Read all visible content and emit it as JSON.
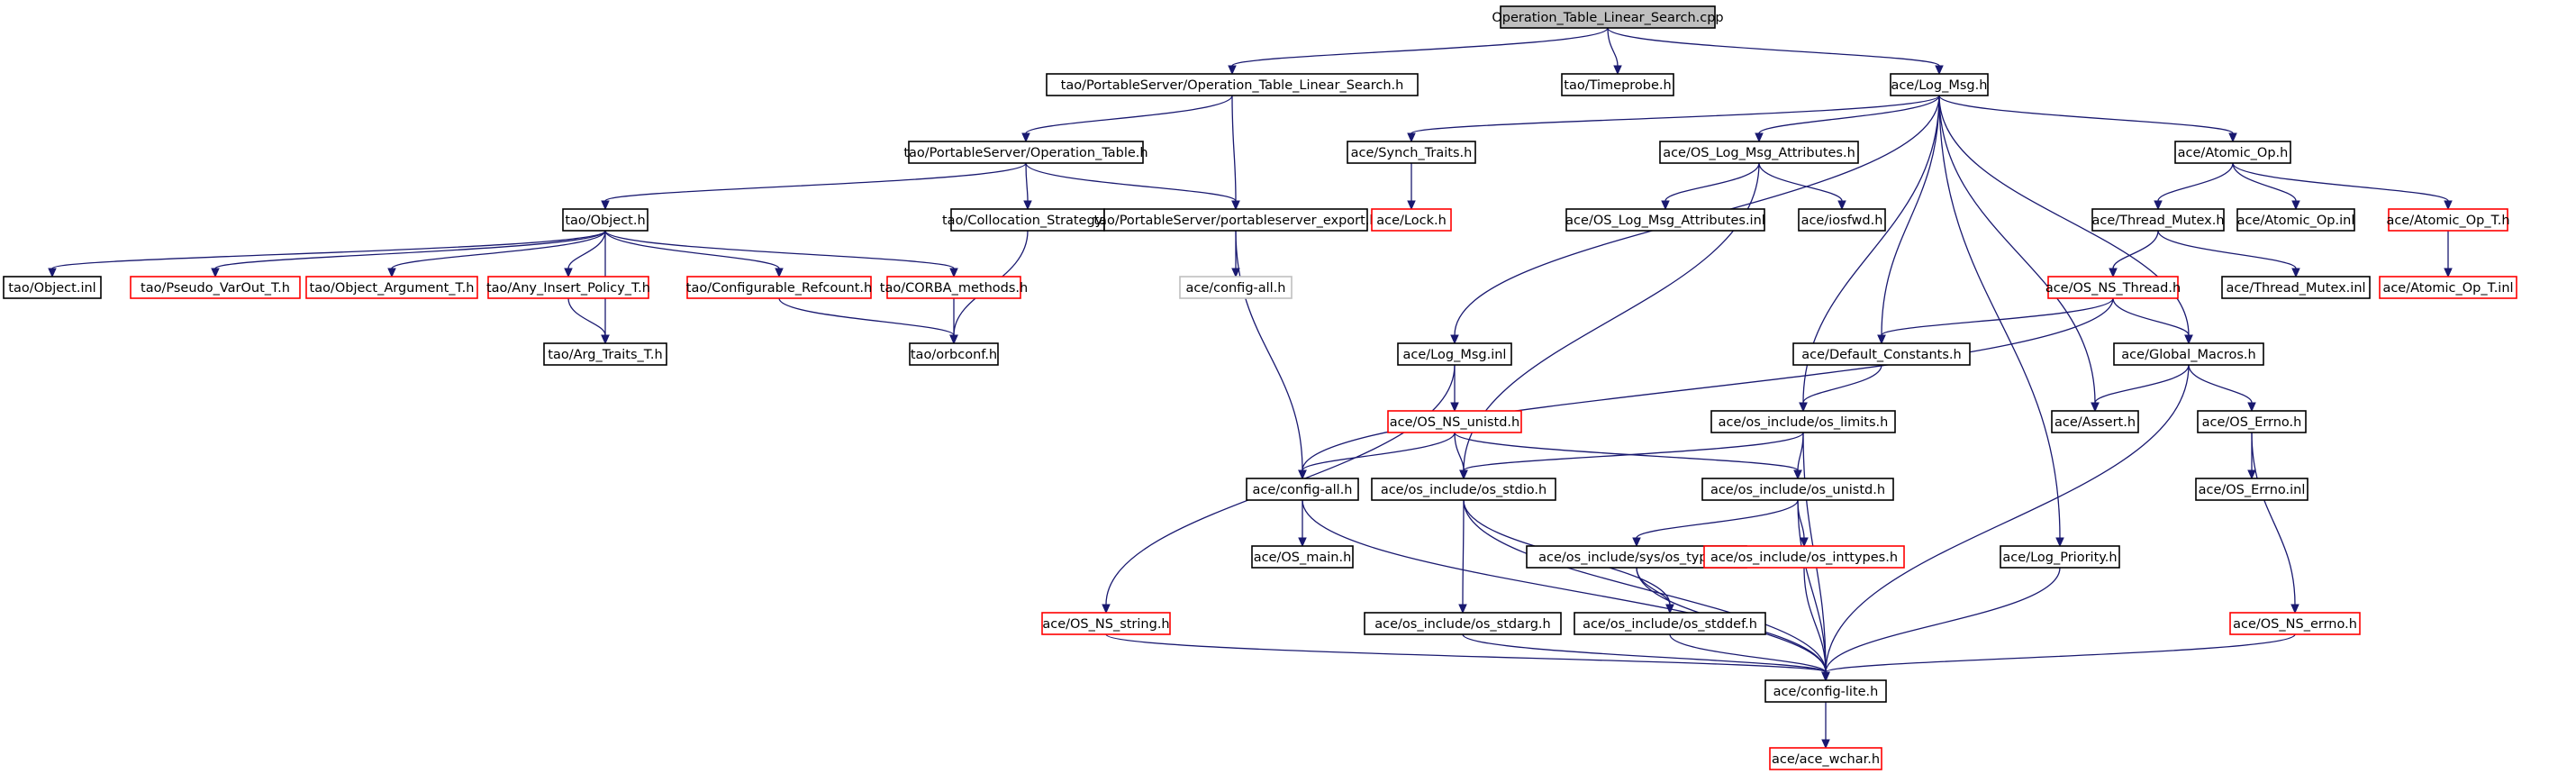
{
  "nodes": [
    {
      "id": "root",
      "label": "Operation_Table_Linear_Search.cpp",
      "style": "root"
    },
    {
      "id": "otls",
      "label": "tao/PortableServer/Operation_Table_Linear_Search.h",
      "style": "normal"
    },
    {
      "id": "timeprobe",
      "label": "tao/Timeprobe.h",
      "style": "normal"
    },
    {
      "id": "logmsg",
      "label": "ace/Log_Msg.h",
      "style": "normal"
    },
    {
      "id": "optable",
      "label": "tao/PortableServer/Operation_Table.h",
      "style": "normal"
    },
    {
      "id": "synch",
      "label": "ace/Synch_Traits.h",
      "style": "normal"
    },
    {
      "id": "oslogattr",
      "label": "ace/OS_Log_Msg_Attributes.h",
      "style": "normal"
    },
    {
      "id": "atomicop",
      "label": "ace/Atomic_Op.h",
      "style": "normal"
    },
    {
      "id": "objecth",
      "label": "tao/Object.h",
      "style": "normal"
    },
    {
      "id": "collocation",
      "label": "tao/Collocation_Strategy.h",
      "style": "normal"
    },
    {
      "id": "psexport",
      "label": "tao/PortableServer/portableserver_export.h",
      "style": "normal"
    },
    {
      "id": "lock",
      "label": "ace/Lock.h",
      "style": "red"
    },
    {
      "id": "oslogattrinl",
      "label": "ace/OS_Log_Msg_Attributes.inl",
      "style": "normal"
    },
    {
      "id": "iosfwd",
      "label": "ace/iosfwd.h",
      "style": "normal"
    },
    {
      "id": "threadmutex",
      "label": "ace/Thread_Mutex.h",
      "style": "normal"
    },
    {
      "id": "atomicopinl",
      "label": "ace/Atomic_Op.inl",
      "style": "normal"
    },
    {
      "id": "atomicopt",
      "label": "ace/Atomic_Op_T.h",
      "style": "red"
    },
    {
      "id": "objectinl",
      "label": "tao/Object.inl",
      "style": "normal"
    },
    {
      "id": "pseudo",
      "label": "tao/Pseudo_VarOut_T.h",
      "style": "red"
    },
    {
      "id": "objarg",
      "label": "tao/Object_Argument_T.h",
      "style": "red"
    },
    {
      "id": "anyins",
      "label": "tao/Any_Insert_Policy_T.h",
      "style": "red"
    },
    {
      "id": "confref",
      "label": "tao/Configurable_Refcount.h",
      "style": "red"
    },
    {
      "id": "corba",
      "label": "tao/CORBA_methods.h",
      "style": "red"
    },
    {
      "id": "configall_gray",
      "label": "ace/config-all.h",
      "style": "gray"
    },
    {
      "id": "osnsthread",
      "label": "ace/OS_NS_Thread.h",
      "style": "red"
    },
    {
      "id": "threadmutexinl",
      "label": "ace/Thread_Mutex.inl",
      "style": "normal"
    },
    {
      "id": "atomicoptinl",
      "label": "ace/Atomic_Op_T.inl",
      "style": "red"
    },
    {
      "id": "argtraits",
      "label": "tao/Arg_Traits_T.h",
      "style": "normal"
    },
    {
      "id": "orbconf",
      "label": "tao/orbconf.h",
      "style": "normal"
    },
    {
      "id": "logmsginl",
      "label": "ace/Log_Msg.inl",
      "style": "normal"
    },
    {
      "id": "defconst",
      "label": "ace/Default_Constants.h",
      "style": "normal"
    },
    {
      "id": "globalmacros",
      "label": "ace/Global_Macros.h",
      "style": "normal"
    },
    {
      "id": "osnsunistd",
      "label": "ace/OS_NS_unistd.h",
      "style": "red"
    },
    {
      "id": "oslimits",
      "label": "ace/os_include/os_limits.h",
      "style": "normal"
    },
    {
      "id": "assert",
      "label": "ace/Assert.h",
      "style": "normal"
    },
    {
      "id": "oserrno",
      "label": "ace/OS_Errno.h",
      "style": "normal"
    },
    {
      "id": "configall",
      "label": "ace/config-all.h",
      "style": "normal"
    },
    {
      "id": "osstdio",
      "label": "ace/os_include/os_stdio.h",
      "style": "normal"
    },
    {
      "id": "osunistd",
      "label": "ace/os_include/os_unistd.h",
      "style": "normal"
    },
    {
      "id": "oserrnoinl",
      "label": "ace/OS_Errno.inl",
      "style": "normal"
    },
    {
      "id": "osmain",
      "label": "ace/OS_main.h",
      "style": "normal"
    },
    {
      "id": "ostypes",
      "label": "ace/os_include/sys/os_types.h",
      "style": "normal"
    },
    {
      "id": "osinttypes",
      "label": "ace/os_include/os_inttypes.h",
      "style": "red"
    },
    {
      "id": "logprio",
      "label": "ace/Log_Priority.h",
      "style": "normal"
    },
    {
      "id": "osnsstring",
      "label": "ace/OS_NS_string.h",
      "style": "red"
    },
    {
      "id": "osstdarg",
      "label": "ace/os_include/os_stdarg.h",
      "style": "normal"
    },
    {
      "id": "osstddef",
      "label": "ace/os_include/os_stddef.h",
      "style": "normal"
    },
    {
      "id": "osnserrno",
      "label": "ace/OS_NS_errno.h",
      "style": "red"
    },
    {
      "id": "configlite",
      "label": "ace/config-lite.h",
      "style": "normal"
    },
    {
      "id": "acewchar",
      "label": "ace/ace_wchar.h",
      "style": "red"
    }
  ],
  "edges": [
    [
      "root",
      "otls"
    ],
    [
      "root",
      "timeprobe"
    ],
    [
      "root",
      "logmsg"
    ],
    [
      "otls",
      "optable"
    ],
    [
      "otls",
      "psexport"
    ],
    [
      "optable",
      "objecth"
    ],
    [
      "optable",
      "collocation"
    ],
    [
      "optable",
      "psexport"
    ],
    [
      "objecth",
      "objectinl"
    ],
    [
      "objecth",
      "pseudo"
    ],
    [
      "objecth",
      "objarg"
    ],
    [
      "objecth",
      "anyins"
    ],
    [
      "objecth",
      "confref"
    ],
    [
      "objecth",
      "corba"
    ],
    [
      "objecth",
      "argtraits"
    ],
    [
      "anyins",
      "argtraits"
    ],
    [
      "confref",
      "orbconf"
    ],
    [
      "corba",
      "orbconf"
    ],
    [
      "collocation",
      "orbconf"
    ],
    [
      "psexport",
      "configall_gray"
    ],
    [
      "psexport",
      "configall"
    ],
    [
      "logmsg",
      "synch"
    ],
    [
      "logmsg",
      "oslogattr"
    ],
    [
      "logmsg",
      "atomicop"
    ],
    [
      "logmsg",
      "logmsginl"
    ],
    [
      "logmsg",
      "defconst"
    ],
    [
      "logmsg",
      "oslimits"
    ],
    [
      "logmsg",
      "assert"
    ],
    [
      "logmsg",
      "logprio"
    ],
    [
      "logmsg",
      "globalmacros"
    ],
    [
      "synch",
      "lock"
    ],
    [
      "oslogattr",
      "oslogattrinl"
    ],
    [
      "oslogattr",
      "iosfwd"
    ],
    [
      "oslogattr",
      "osstdio"
    ],
    [
      "atomicop",
      "threadmutex"
    ],
    [
      "atomicop",
      "atomicopinl"
    ],
    [
      "atomicop",
      "atomicopt"
    ],
    [
      "atomicopt",
      "atomicoptinl"
    ],
    [
      "threadmutex",
      "osnsthread"
    ],
    [
      "threadmutex",
      "threadmutexinl"
    ],
    [
      "osnsthread",
      "defconst"
    ],
    [
      "osnsthread",
      "globalmacros"
    ],
    [
      "osnsthread",
      "configall"
    ],
    [
      "logmsginl",
      "osnsunistd"
    ],
    [
      "logmsginl",
      "osnsstring"
    ],
    [
      "osnsunistd",
      "configall"
    ],
    [
      "osnsunistd",
      "osstdio"
    ],
    [
      "osnsunistd",
      "osunistd"
    ],
    [
      "defconst",
      "oslimits"
    ],
    [
      "oslimits",
      "osstdio"
    ],
    [
      "oslimits",
      "osunistd"
    ],
    [
      "oslimits",
      "configlite"
    ],
    [
      "globalmacros",
      "assert"
    ],
    [
      "globalmacros",
      "oserrno"
    ],
    [
      "globalmacros",
      "configlite"
    ],
    [
      "oserrno",
      "oserrnoinl"
    ],
    [
      "oserrno",
      "osnserrno"
    ],
    [
      "configall",
      "osmain"
    ],
    [
      "configall",
      "configlite"
    ],
    [
      "osstdio",
      "osstdarg"
    ],
    [
      "osstdio",
      "osstddef"
    ],
    [
      "osstdio",
      "configlite"
    ],
    [
      "osunistd",
      "ostypes"
    ],
    [
      "osunistd",
      "osinttypes"
    ],
    [
      "osunistd",
      "configlite"
    ],
    [
      "ostypes",
      "osstddef"
    ],
    [
      "ostypes",
      "configlite"
    ],
    [
      "osinttypes",
      "configlite"
    ],
    [
      "osstdarg",
      "configlite"
    ],
    [
      "osstddef",
      "configlite"
    ],
    [
      "logprio",
      "configlite"
    ],
    [
      "osnserrno",
      "configlite"
    ],
    [
      "osnsstring",
      "configlite"
    ],
    [
      "configlite",
      "acewchar"
    ]
  ]
}
